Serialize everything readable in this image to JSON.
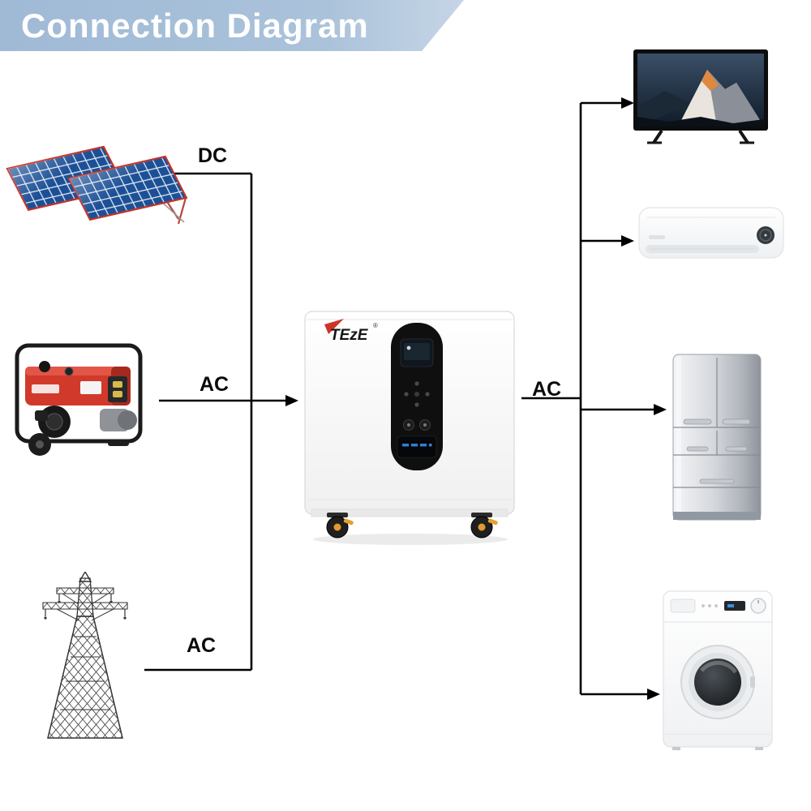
{
  "banner": {
    "title": "Connection Diagram"
  },
  "labels": {
    "solar_line": "DC",
    "generator_line": "AC",
    "grid_line": "AC",
    "output_line": "AC"
  },
  "unit": {
    "brand": "TEzE",
    "registered_mark": "®"
  },
  "nodes": {
    "inputs": [
      "solar-panels",
      "gasoline-generator",
      "power-grid-tower"
    ],
    "center": "battery-inverter-unit",
    "outputs": [
      "tv",
      "air-conditioner",
      "refrigerator",
      "washing-machine"
    ]
  },
  "colors": {
    "banner_bg": "#a6bdd8",
    "line": "#000000",
    "solar_cell": "#1c5096",
    "solar_frame": "#c0392b",
    "generator_red": "#d13a2b",
    "caster_orange": "#e2a02e",
    "brand_red": "#cf3327",
    "led_blue": "#2f7fd4"
  }
}
